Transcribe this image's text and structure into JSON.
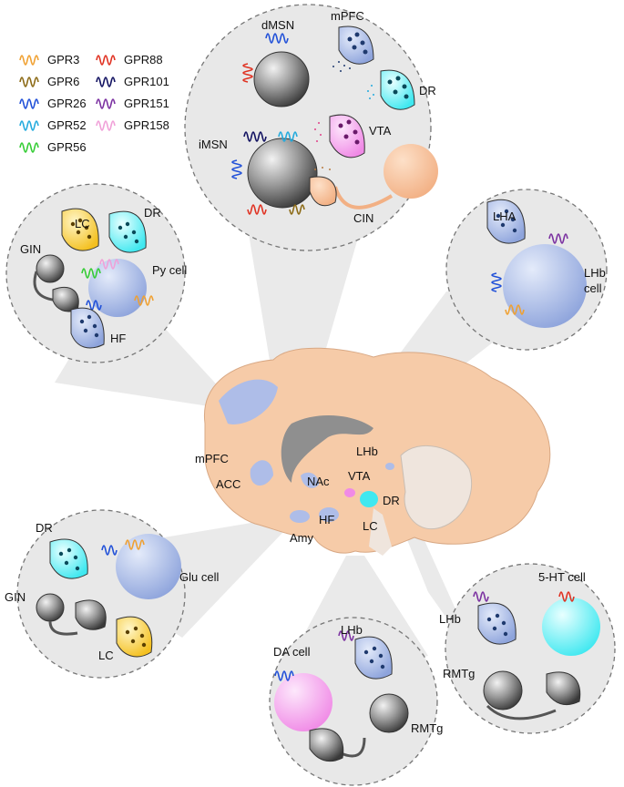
{
  "legend": [
    {
      "name": "GPR3",
      "color": "#F0A030"
    },
    {
      "name": "GPR6",
      "color": "#8B6914"
    },
    {
      "name": "GPR26",
      "color": "#1F4FD8"
    },
    {
      "name": "GPR52",
      "color": "#22AADD"
    },
    {
      "name": "GPR56",
      "color": "#33CC33"
    },
    {
      "name": "GPR88",
      "color": "#E03020"
    },
    {
      "name": "GPR101",
      "color": "#101060"
    },
    {
      "name": "GPR151",
      "color": "#7A2FA0"
    },
    {
      "name": "GPR158",
      "color": "#F0A0D8"
    }
  ],
  "panels": {
    "striatum": {
      "dmsn": "dMSN",
      "mpfc": "mPFC",
      "dr": "DR",
      "imsn": "iMSN",
      "vta": "VTA",
      "cin": "CIN"
    },
    "cortex": {
      "lc": "LC",
      "dr": "DR",
      "gin": "GIN",
      "pycell": "Py cell",
      "hf": "HF"
    },
    "habenula": {
      "lha": "LHA",
      "lhb": "LHb",
      "cell": "cell"
    },
    "amygdala": {
      "dr": "DR",
      "glucell": "Glu cell",
      "gin": "GIN",
      "lc": "LC"
    },
    "vta": {
      "dacell": "DA cell",
      "lhb": "LHb",
      "rmtg": "RMTg"
    },
    "raphe": {
      "htcell": "5-HT cell",
      "lhb": "LHb",
      "rmtg": "RMTg"
    }
  },
  "brain_labels": {
    "mpfc": "mPFC",
    "acc": "ACC",
    "nac": "NAc",
    "lhb": "LHb",
    "vta": "VTA",
    "dr": "DR",
    "lc": "LC",
    "hf": "HF",
    "amy": "Amy"
  }
}
